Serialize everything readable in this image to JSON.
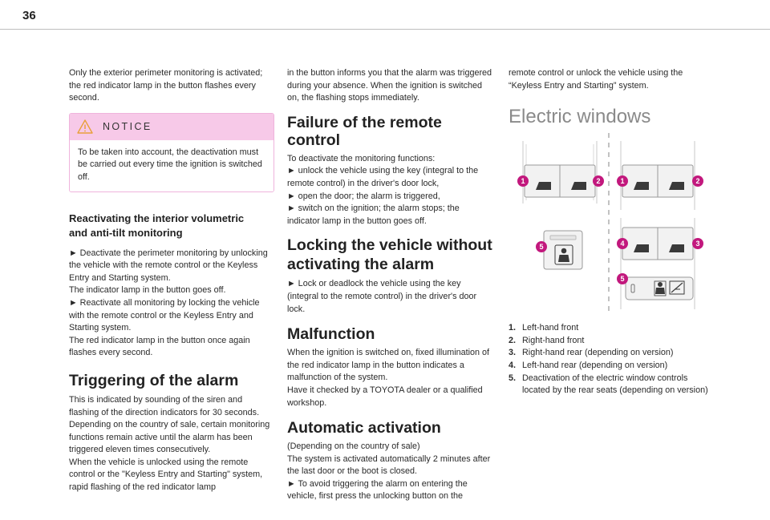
{
  "page": {
    "number": "36"
  },
  "col1": {
    "intro": "Only the exterior perimeter monitoring is activated; the red indicator lamp in the button flashes every second.",
    "notice": {
      "title": "NOTICE",
      "text": "To be taken into account, the deactivation must be carried out every time the ignition is switched off."
    },
    "reactivating": {
      "heading_line1": "Reactivating the interior volumetric",
      "heading_line2": "and anti-tilt monitoring",
      "para1_line1": "► Deactivate the perimeter monitoring by unlocking the vehicle with the remote control or the Keyless Entry and Starting system.",
      "para1_line2": "The indicator lamp in the button goes off.",
      "para2_line1": "► Reactivate all monitoring by locking the vehicle with the remote control or the Keyless Entry and Starting system.",
      "para2_line2": "The red indicator lamp in the button once again flashes every second."
    },
    "triggering": {
      "heading": "Triggering of the alarm",
      "line1": "This is indicated by sounding of the siren and flashing of the direction indicators for 30 seconds.",
      "line2": "Depending on the country of sale, certain monitoring functions remain active until the alarm has been triggered eleven times consecutively.",
      "line3": "When the vehicle is unlocked using the remote control or the \"Keyless Entry and Starting\" system, rapid flashing of the red indicator lamp"
    }
  },
  "col2": {
    "continued": "in the button informs you that the alarm was triggered during your absence. When the ignition is switched on, the flashing stops immediately.",
    "failure": {
      "heading": "Failure of the remote control",
      "line1": "To deactivate the monitoring functions:",
      "line2": "► unlock the vehicle using the key (integral to the remote control) in the driver's door lock,",
      "line3": "► open the door; the alarm is triggered,",
      "line4": "► switch on the ignition; the alarm stops; the indicator lamp in the button goes off."
    },
    "locking": {
      "heading_line1": "Locking the vehicle without",
      "heading_line2": "activating the alarm",
      "line1": "► Lock or deadlock the vehicle using the key (integral to the remote control) in the driver's door lock."
    },
    "malfunction": {
      "heading": "Malfunction",
      "line1": "When the ignition is switched on, fixed illumination of the red indicator lamp in the button indicates a malfunction of the system.",
      "line2": "Have it checked by a TOYOTA dealer or a qualified workshop."
    },
    "automatic": {
      "heading": "Automatic activation",
      "line1": "(Depending on the country of sale)",
      "line2": "The system is activated automatically 2 minutes after the last door or the boot is closed.",
      "line3": "► To avoid triggering the alarm on entering the vehicle, first press the unlocking button on the"
    }
  },
  "col3": {
    "continued": "remote control or unlock the vehicle using the “Keyless Entry and Starting” system.",
    "heading": "Electric windows",
    "figure_labels": [
      "1",
      "2",
      "1",
      "2",
      "4",
      "3",
      "5",
      "5"
    ],
    "legend": [
      {
        "num": "1.",
        "text": "Left-hand front"
      },
      {
        "num": "2.",
        "text": "Right-hand front"
      },
      {
        "num": "3.",
        "text": "Right-hand rear (depending on version)"
      },
      {
        "num": "4.",
        "text": "Left-hand rear (depending on version)"
      },
      {
        "num": "5.",
        "text": "Deactivation of the electric window controls located by the rear seats (depending on version)"
      }
    ]
  },
  "colors": {
    "notice_bg": "#f7c9e8",
    "label_circle": "#c2187d",
    "heading_grey": "#8a8a8a"
  }
}
